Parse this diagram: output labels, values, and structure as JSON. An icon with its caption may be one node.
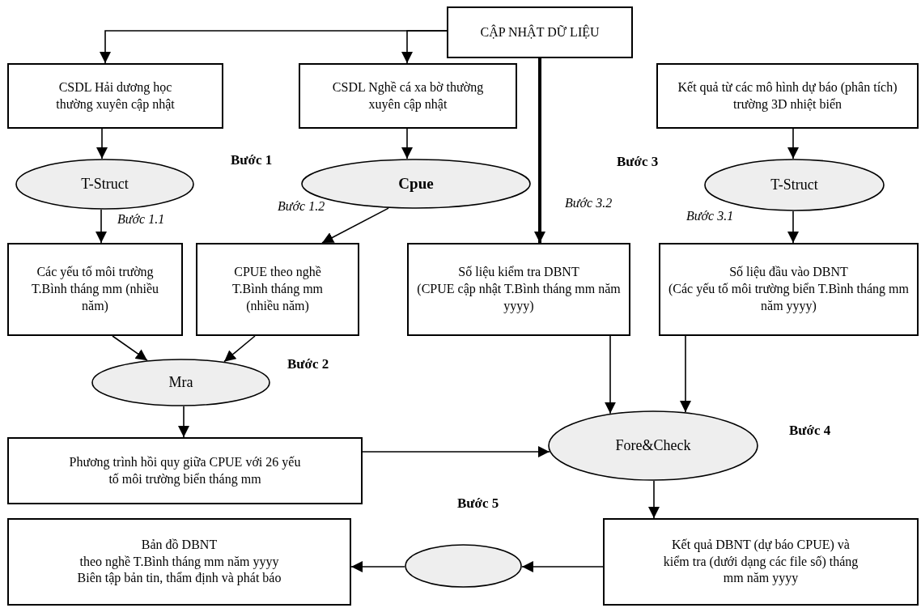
{
  "diagram": {
    "nodes": [
      {
        "text": [
          "CẬP NHẬT DỮ LIỆU"
        ]
      },
      {
        "text": [
          "CSDL Hải dương học thường xuyên cập nhật"
        ]
      },
      {
        "text": [
          "CSDL Nghề cá xa bờ thường xuyên cập nhật"
        ]
      },
      {
        "text": [
          "Kết quả từ các mô hình dự báo (phân tích) trường 3D nhiệt biển"
        ]
      },
      {
        "text": [
          "T-Struct"
        ]
      },
      {
        "text": [
          "Cpue"
        ]
      },
      {
        "text": [
          "T-Struct"
        ]
      },
      {
        "text": [
          "Các yếu tố môi trường T.Bình tháng mm (nhiều năm)"
        ]
      },
      {
        "text": [
          "CPUE theo nghề T.Bình tháng mm (nhiều năm)"
        ]
      },
      {
        "text": [
          "Số liệu kiểm tra DBNT",
          "(CPUE cập nhật T.Bình tháng mm năm yyyy)"
        ]
      },
      {
        "text": [
          "Số liệu đầu vào DBNT",
          "(Các yếu tố môi trường biển T.Bình tháng mm năm yyyy)"
        ]
      },
      {
        "text": [
          "Mra"
        ]
      },
      {
        "text": [
          "Phương trình hồi quy giữa CPUE với 26 yếu tố môi trường biển tháng mm"
        ]
      },
      {
        "text": [
          "Fore&Check"
        ]
      },
      {
        "text": [
          "Bản đồ DBNT",
          "theo nghề T.Bình tháng mm năm yyyy",
          "Biên tập bản tin, thẩm định và phát báo"
        ]
      },
      {
        "text": [],
        "shape": "ellipse"
      },
      {
        "text": [
          "Kết quả DBNT (dự báo CPUE) và kiểm tra (dưới dạng các file số) tháng mm năm yyyy"
        ]
      }
    ],
    "edges": [
      {
        "from": 0,
        "to": 1,
        "arrow": "to"
      },
      {
        "from": 0,
        "to": 2,
        "arrow": "to"
      },
      {
        "from": 0,
        "to": 9,
        "arrow": "to",
        "label": "Bước 3.2",
        "style": "thick"
      },
      {
        "from": 1,
        "to": 4,
        "arrow": "to"
      },
      {
        "from": 2,
        "to": 5,
        "arrow": "to"
      },
      {
        "from": 3,
        "to": 6,
        "arrow": "to"
      },
      {
        "from": 4,
        "to": 7,
        "arrow": "to",
        "label": "Bước 1.1"
      },
      {
        "from": 5,
        "to": 8,
        "arrow": "to",
        "label": "Bước 1.2"
      },
      {
        "from": 6,
        "to": 10,
        "arrow": "to",
        "label": "Bước 3.1"
      },
      {
        "from": 7,
        "to": 11,
        "arrow": "to"
      },
      {
        "from": 8,
        "to": 11,
        "arrow": "to"
      },
      {
        "from": 11,
        "to": 12,
        "arrow": "to"
      },
      {
        "from": 12,
        "to": 13,
        "arrow": "to"
      },
      {
        "from": 9,
        "to": 13,
        "arrow": "to"
      },
      {
        "from": 10,
        "to": 13,
        "arrow": "to"
      },
      {
        "from": 13,
        "to": 16,
        "arrow": "to"
      },
      {
        "from": 16,
        "to": 15,
        "arrow": "to"
      },
      {
        "from": 15,
        "to": 14,
        "arrow": "to"
      }
    ],
    "labels": [
      "Bước 1",
      "Bước 3",
      "Bước 2",
      "Bước 4",
      "Bước 5"
    ]
  }
}
